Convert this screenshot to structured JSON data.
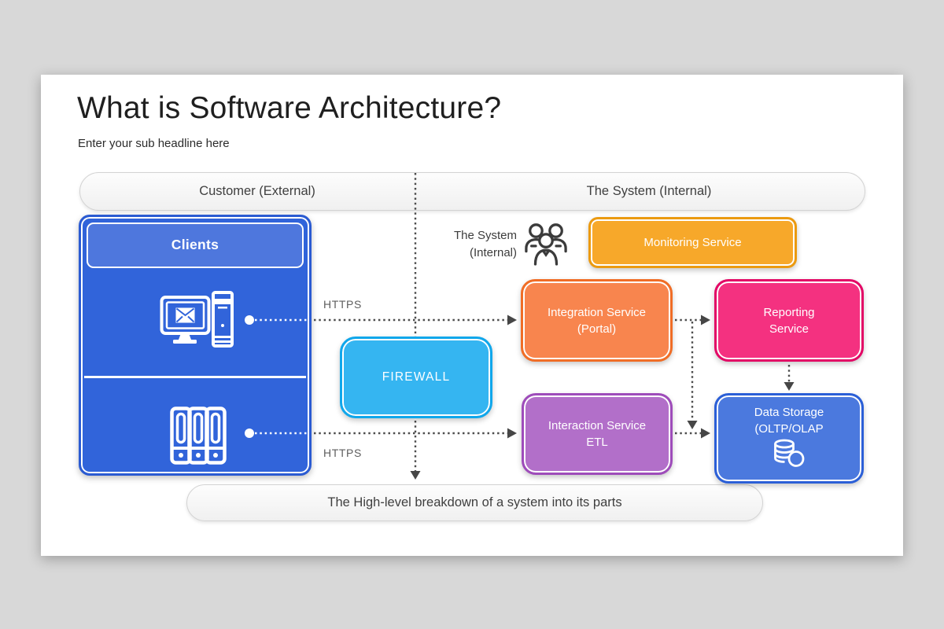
{
  "slide": {
    "title": "What is Software Architecture?",
    "subtitle": "Enter your sub headline here"
  },
  "lane_bar": {
    "left_label": "Customer (External)",
    "right_label": "The System (Internal)"
  },
  "clients_panel": {
    "title": "Clients",
    "fill": "#3164DA",
    "header_fill": "#4E77DD",
    "border": "#2B5BD2"
  },
  "system_annotation": {
    "line1": "The System",
    "line2": "(Internal)"
  },
  "connection_labels": {
    "https_top": "HTTPS",
    "https_bottom": "HTTPS"
  },
  "nodes": {
    "firewall": {
      "label": "FIREWALL",
      "fill": "#35B5F1",
      "border": "#10A7EB"
    },
    "monitoring": {
      "label": "Monitoring Service",
      "fill": "#F7A82A",
      "border": "#EB9A10"
    },
    "integration": {
      "line1": "Integration Service",
      "line2": "(Portal)",
      "fill": "#F8854E",
      "border": "#F06D26"
    },
    "reporting": {
      "line1": "Reporting",
      "line2": "Service",
      "fill": "#F43180",
      "border": "#E30866"
    },
    "interaction": {
      "line1": "Interaction Service",
      "line2": "ETL",
      "fill": "#B26FC9",
      "border": "#9E4CBA"
    },
    "data_storage": {
      "line1": "Data Storage",
      "line2": "(OLTP/OLAP",
      "fill": "#4B79DE",
      "border": "#2B5FD7"
    }
  },
  "icons": {
    "computer": "desktop-computer-icon",
    "storage": "server-binders-icon",
    "people": "people-group-icon",
    "database": "database-icon"
  },
  "footer": {
    "caption": "The High-level breakdown of a system into its parts"
  }
}
